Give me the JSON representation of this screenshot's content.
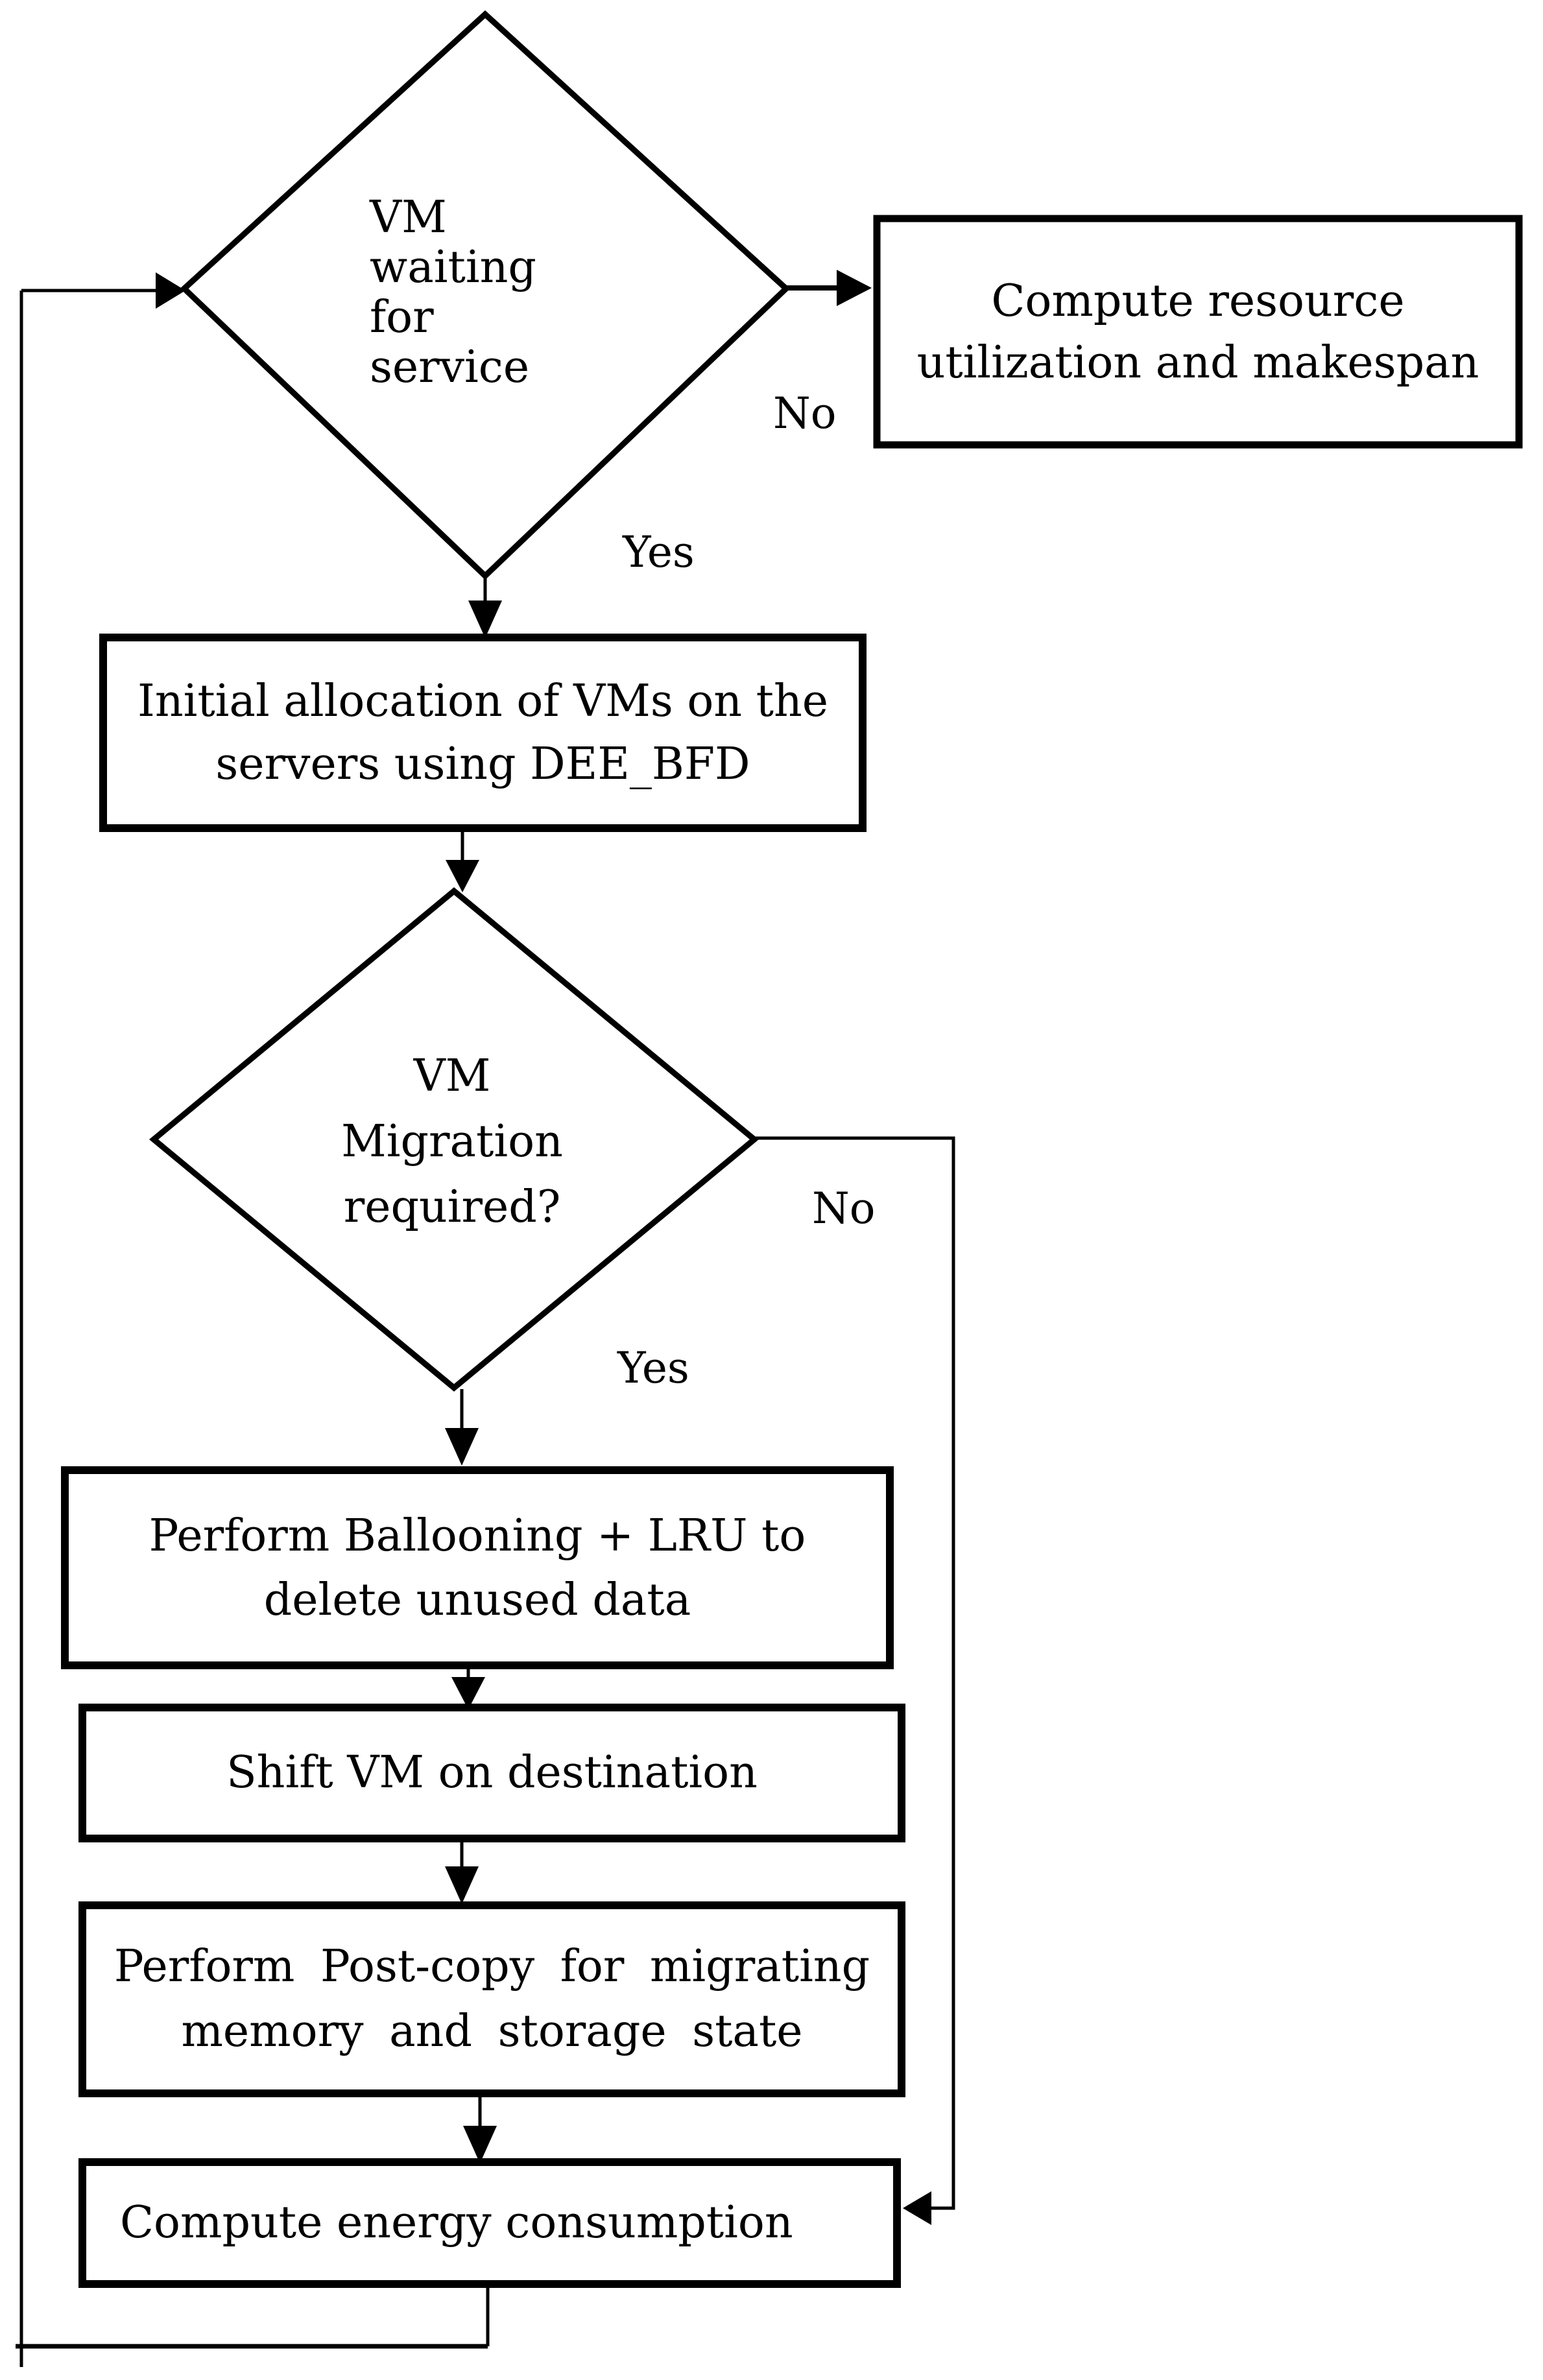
{
  "figure_type": "flowchart",
  "colors": {
    "background": "#ffffff",
    "stroke": "#000000",
    "text": "#000000"
  },
  "nodes": [
    {
      "id": "vm-waiting",
      "shape": "decision",
      "text": "VM\nwaiting\nfor\nservice"
    },
    {
      "id": "compute-utilization",
      "shape": "process",
      "text": "Compute resource\nutilization and makespan"
    },
    {
      "id": "initial-allocation",
      "shape": "process",
      "text": "Initial allocation of VMs on the\nservers using DEE_BFD"
    },
    {
      "id": "vm-migration",
      "shape": "decision",
      "text": "VM\nMigration\nrequired?"
    },
    {
      "id": "ballooning",
      "shape": "process",
      "text": "Perform Ballooning + LRU to\ndelete unused data"
    },
    {
      "id": "shift-vm",
      "shape": "process",
      "text": "Shift VM on destination"
    },
    {
      "id": "post-copy",
      "shape": "process",
      "text": "Perform Post-copy for migrating\nmemory and storage state"
    },
    {
      "id": "compute-energy",
      "shape": "process",
      "text": "Compute energy consumption"
    }
  ],
  "edges": [
    {
      "from": "vm-waiting",
      "to": "compute-utilization",
      "label": "No"
    },
    {
      "from": "vm-waiting",
      "to": "initial-allocation",
      "label": "Yes"
    },
    {
      "from": "initial-allocation",
      "to": "vm-migration",
      "label": ""
    },
    {
      "from": "vm-migration",
      "to": "compute-energy",
      "label": "No"
    },
    {
      "from": "vm-migration",
      "to": "ballooning",
      "label": "Yes"
    },
    {
      "from": "ballooning",
      "to": "shift-vm",
      "label": ""
    },
    {
      "from": "shift-vm",
      "to": "post-copy",
      "label": ""
    },
    {
      "from": "post-copy",
      "to": "compute-energy",
      "label": ""
    },
    {
      "from": "compute-energy",
      "to": "vm-waiting",
      "label": ""
    }
  ]
}
